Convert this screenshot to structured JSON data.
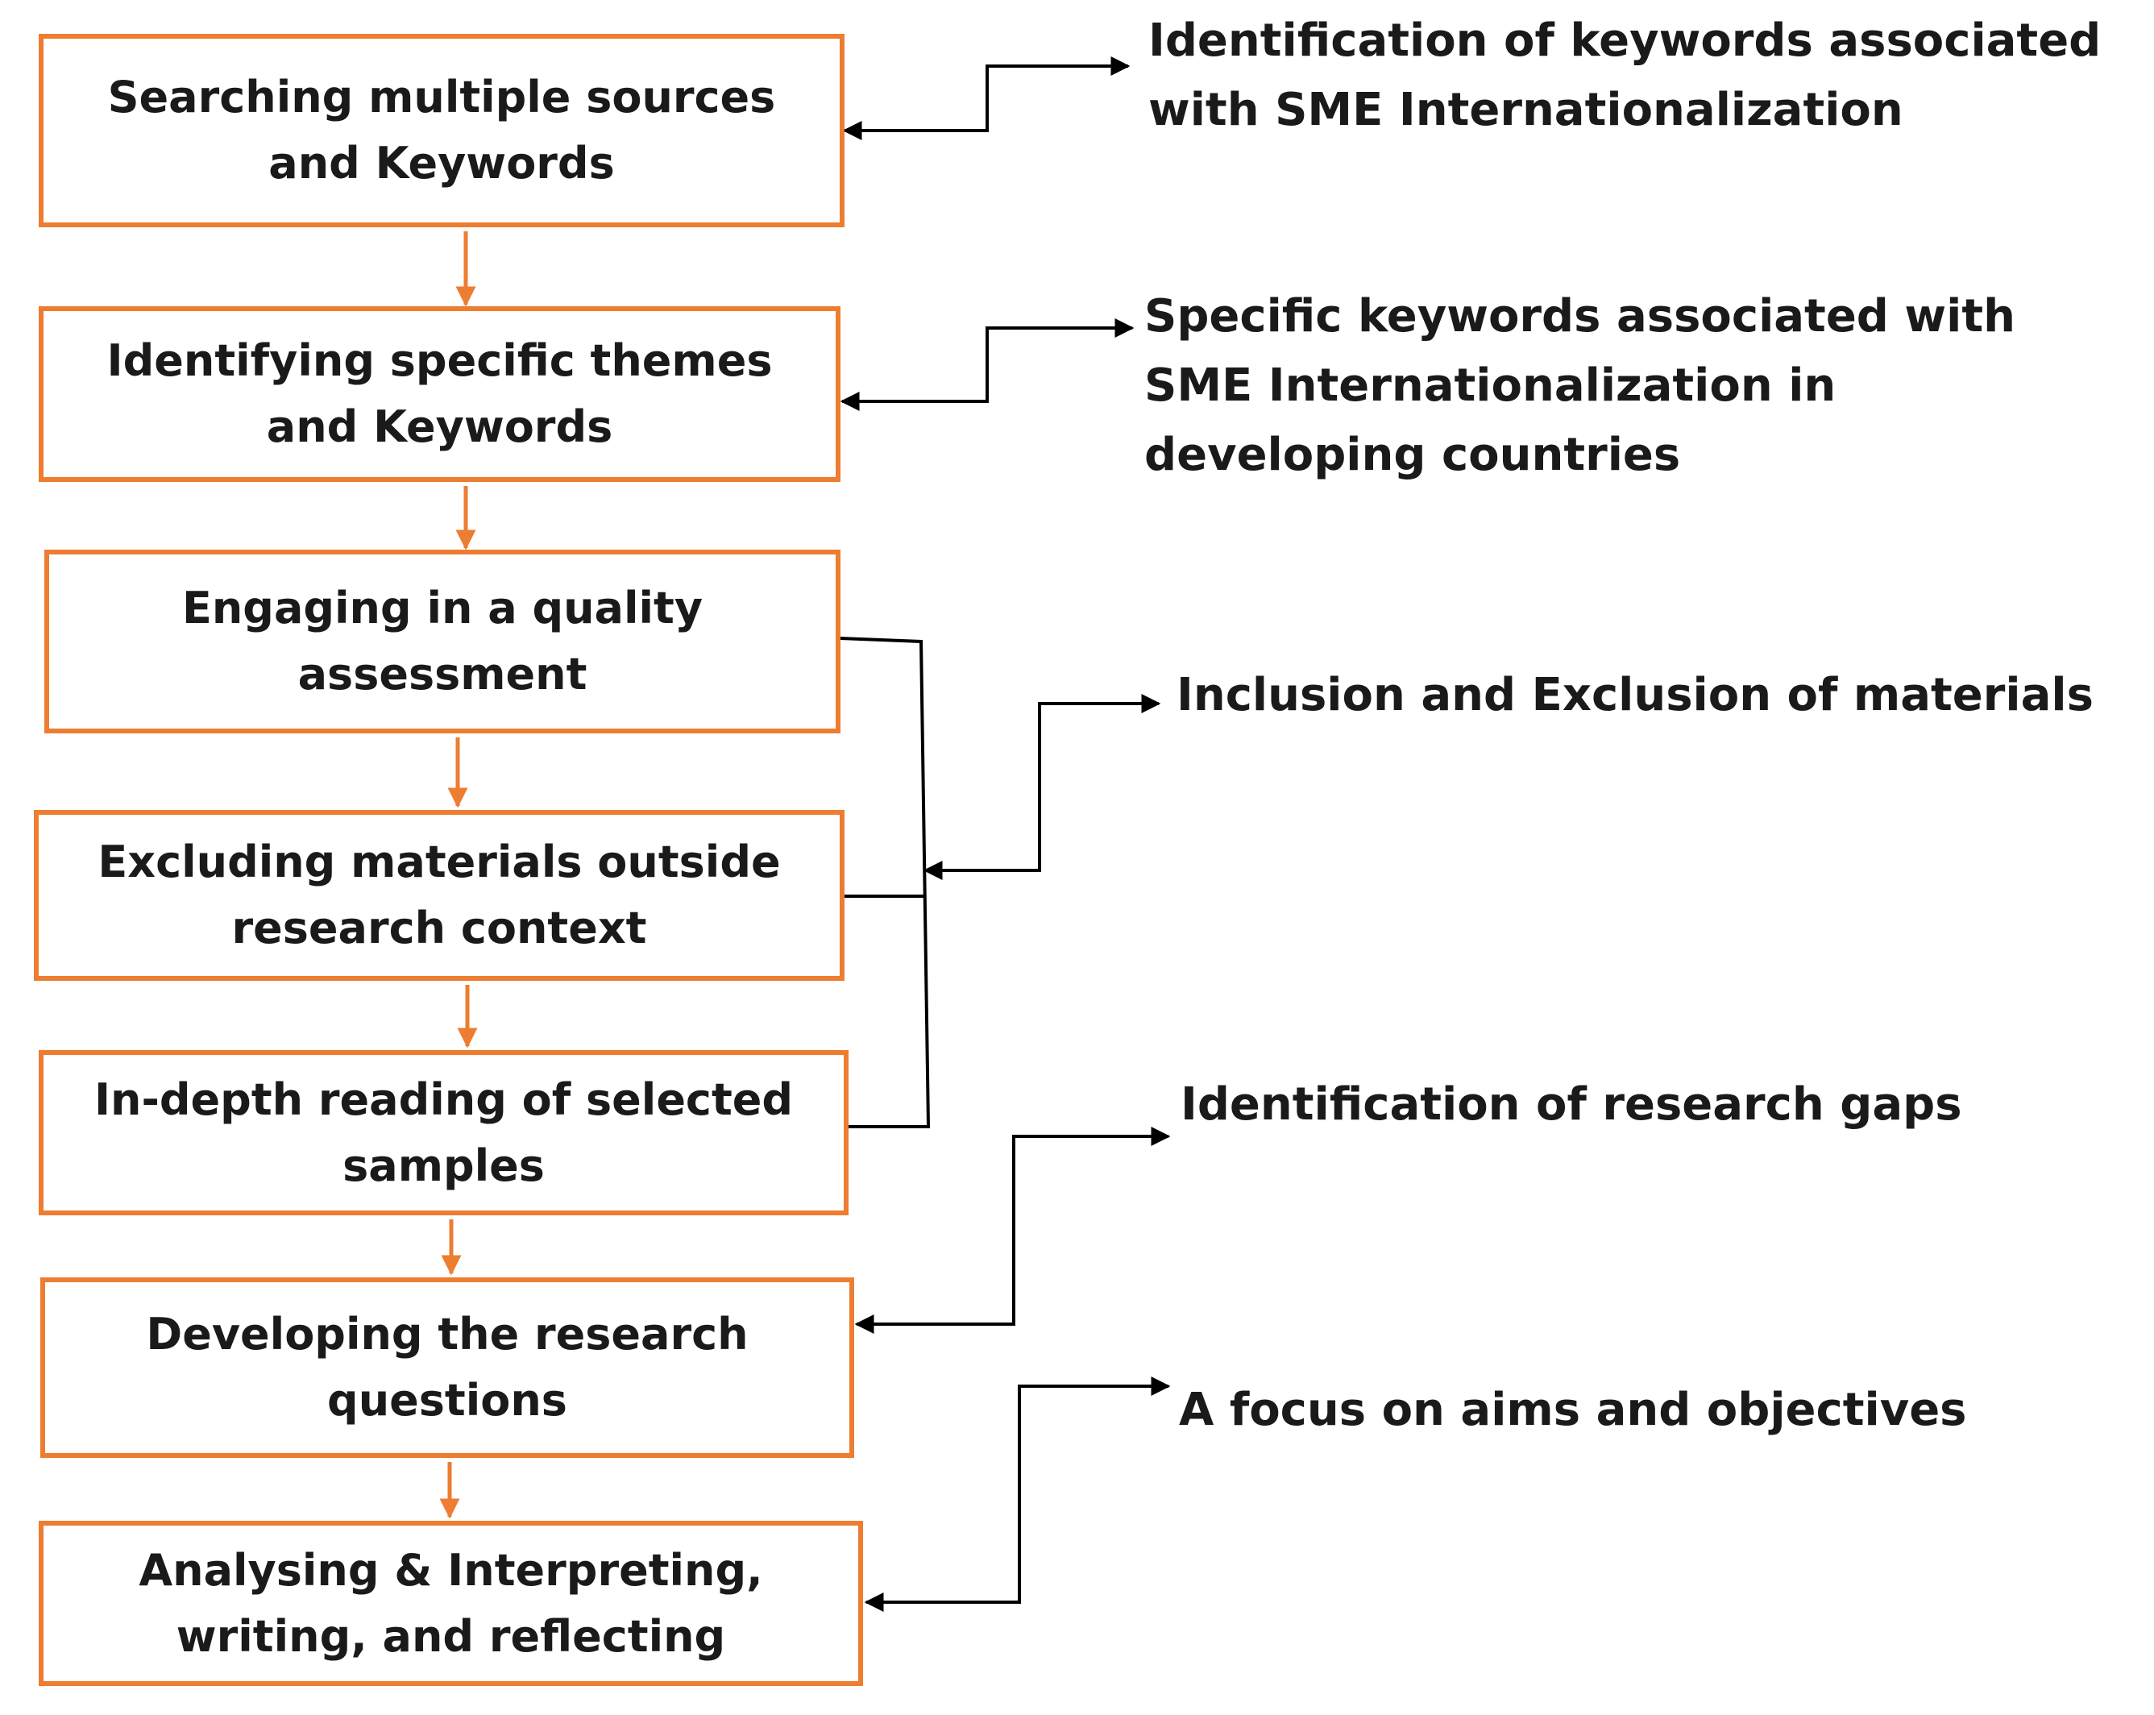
{
  "diagram": {
    "accent_color": "#ED7D31",
    "connector_color": "#000000",
    "steps": [
      {
        "label": "Searching multiple sources\nand Keywords"
      },
      {
        "label": "Identifying specific themes\nand Keywords"
      },
      {
        "label": "Engaging in a quality\nassessment"
      },
      {
        "label": "Excluding materials outside\nresearch context"
      },
      {
        "label": "In-depth reading of selected\nsamples"
      },
      {
        "label": "Developing the research\nquestions"
      },
      {
        "label": "Analysing & Interpreting,\nwriting, and reflecting"
      }
    ],
    "notes": [
      {
        "label": "Identification of keywords associated\nwith SME Internationalization"
      },
      {
        "label": "Specific keywords associated with\nSME Internationalization in\ndeveloping countries"
      },
      {
        "label": "Inclusion and Exclusion of materials"
      },
      {
        "label": "Identification of research gaps"
      },
      {
        "label": "A focus on aims and objectives"
      }
    ]
  }
}
